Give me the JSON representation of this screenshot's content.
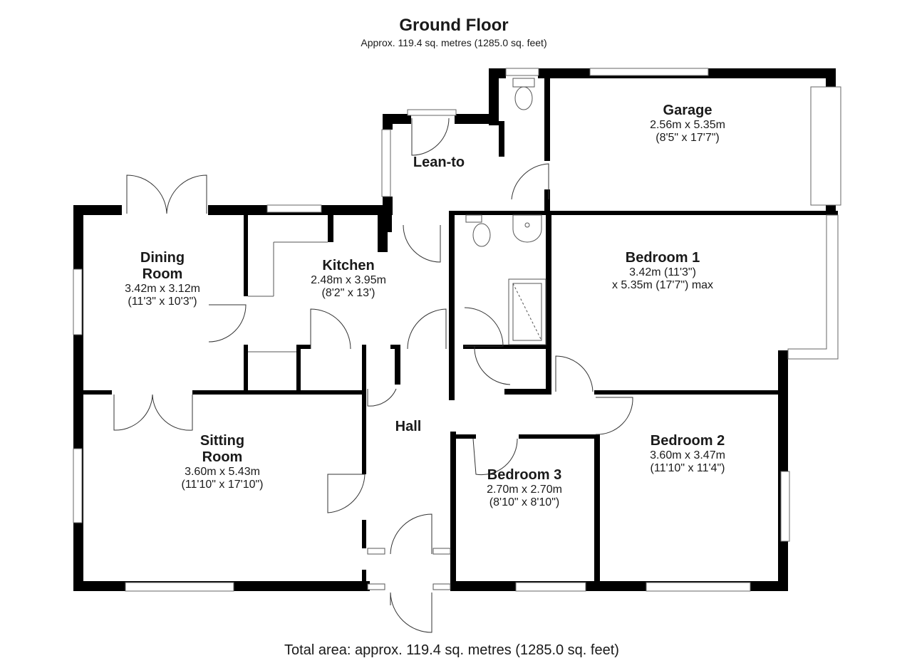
{
  "header": {
    "title": "Ground Floor",
    "subtitle": "Approx. 119.4 sq. metres (1285.0 sq. feet)"
  },
  "rooms": {
    "garage": {
      "name": "Garage",
      "dim_m": "2.56m x 5.35m",
      "dim_ft": "(8'5\" x 17'7\")"
    },
    "lean_to": {
      "name": "Lean-to"
    },
    "dining": {
      "name_1": "Dining",
      "name_2": "Room",
      "dim_m": "3.42m x 3.12m",
      "dim_ft": "(11'3\" x 10'3\")"
    },
    "kitchen": {
      "name": "Kitchen",
      "dim_m": "2.48m x 3.95m",
      "dim_ft": "(8'2\" x 13')"
    },
    "bedroom1": {
      "name": "Bedroom 1",
      "dim_m": "3.42m (11'3\")",
      "dim_ft": "x 5.35m (17'7\") max"
    },
    "sitting": {
      "name_1": "Sitting",
      "name_2": "Room",
      "dim_m": "3.60m x 5.43m",
      "dim_ft": "(11'10\" x 17'10\")"
    },
    "hall": {
      "name": "Hall"
    },
    "bedroom2": {
      "name": "Bedroom 2",
      "dim_m": "3.60m x 3.47m",
      "dim_ft": "(11'10\" x 11'4\")"
    },
    "bedroom3": {
      "name": "Bedroom 3",
      "dim_m": "2.70m x 2.70m",
      "dim_ft": "(8'10\" x 8'10\")"
    }
  },
  "footer": {
    "total_area": "Total area: approx. 119.4 sq. metres (1285.0 sq. feet)"
  }
}
